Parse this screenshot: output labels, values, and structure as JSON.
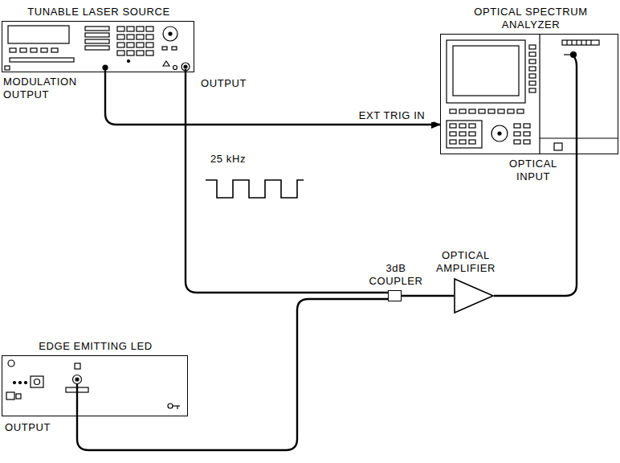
{
  "diagram": {
    "nodes": [
      {
        "text": [
          "TUNABLE LASER SOURCE"
        ]
      },
      {
        "text": [
          "OPTICAL SPECTRUM ANALYZER"
        ]
      },
      {
        "text": [
          "EDGE EMITTING LED"
        ]
      },
      {
        "text": [
          "3dB COUPLER"
        ]
      },
      {
        "text": [
          "OPTICAL AMPLIFIER"
        ]
      }
    ],
    "edges": [
      {
        "from": 0,
        "to": 1,
        "arrow": "to",
        "label": "EXT TRIG IN"
      },
      {
        "from": 0,
        "to": 3,
        "arrow": "none"
      },
      {
        "from": 2,
        "to": 3,
        "arrow": "none"
      },
      {
        "from": 3,
        "to": 4,
        "arrow": "none"
      },
      {
        "from": 4,
        "to": 1,
        "arrow": "none"
      }
    ],
    "labels": [
      "MODULATION OUTPUT",
      "OUTPUT",
      "25 kHz",
      "OPTICAL INPUT",
      "OUTPUT"
    ]
  }
}
